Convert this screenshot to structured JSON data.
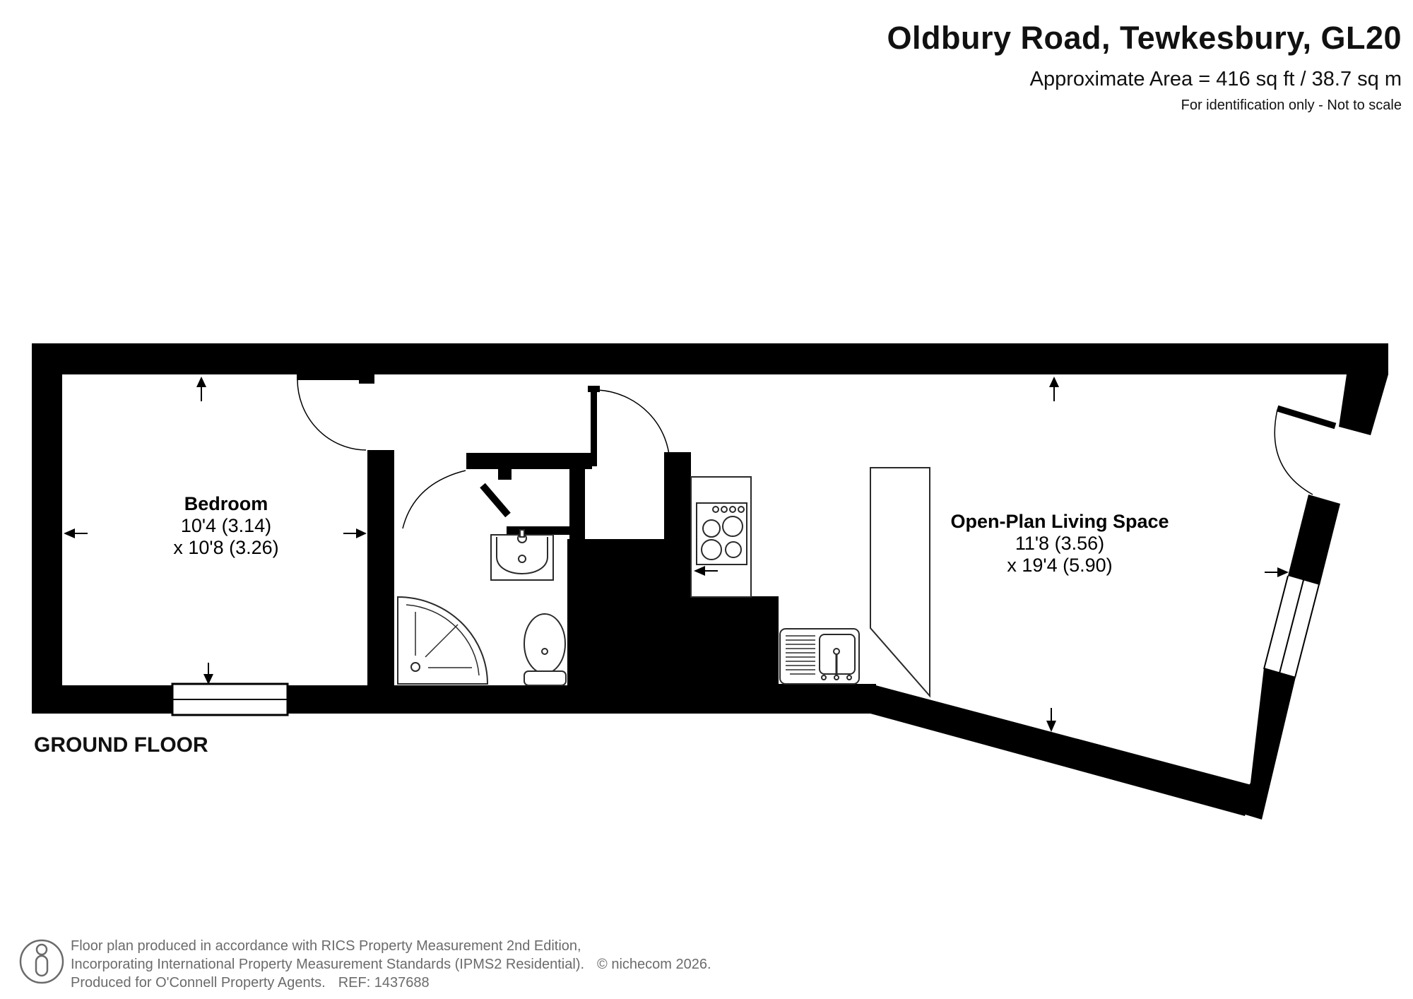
{
  "header": {
    "title": "Oldbury Road, Tewkesbury, GL20",
    "area": "Approximate Area = 416 sq ft / 38.7 sq m",
    "disclaimer": "For identification only - Not to scale"
  },
  "floor_label": "GROUND FLOOR",
  "rooms": {
    "bedroom": {
      "name": "Bedroom",
      "dim1": "10'4 (3.14)",
      "dim2": "x 10'8 (3.26)"
    },
    "living": {
      "name": "Open-Plan Living Space",
      "dim1": "11'8 (3.56)",
      "dim2": "x 19'4 (5.90)"
    }
  },
  "footer": {
    "line1": "Floor plan produced in accordance with RICS Property Measurement 2nd Edition,",
    "line2": "Incorporating International Property Measurement Standards (IPMS2 Residential).",
    "copyright": "© nichecom 2026.",
    "line3a": "Produced for O'Connell Property Agents.",
    "ref": "REF: 1437688"
  },
  "colors": {
    "wall": "#000000",
    "fixture_stroke": "#2a2a2a",
    "footer_gray": "#6b6b6b"
  }
}
